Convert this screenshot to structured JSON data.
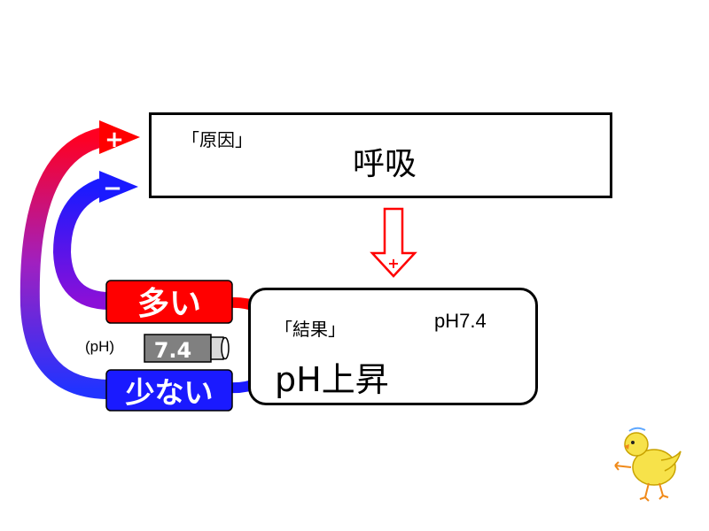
{
  "cause": {
    "label": "「原因」",
    "title": "呼吸"
  },
  "result": {
    "label": "「結果」",
    "title": "pH上昇",
    "ph_text": "pH7.4"
  },
  "effect_arrow": {
    "sign": "+"
  },
  "feedback": {
    "high_label": "多い",
    "low_label": "少ない",
    "plus_sign": "+",
    "minus_sign": "−"
  },
  "gauge": {
    "unit": "(pH)",
    "value": "7.4"
  },
  "colors": {
    "red": "#ff0000",
    "blue": "#0000ff",
    "gauge_fill": "#808080"
  },
  "icons": [
    "chick-illustration-icon"
  ]
}
